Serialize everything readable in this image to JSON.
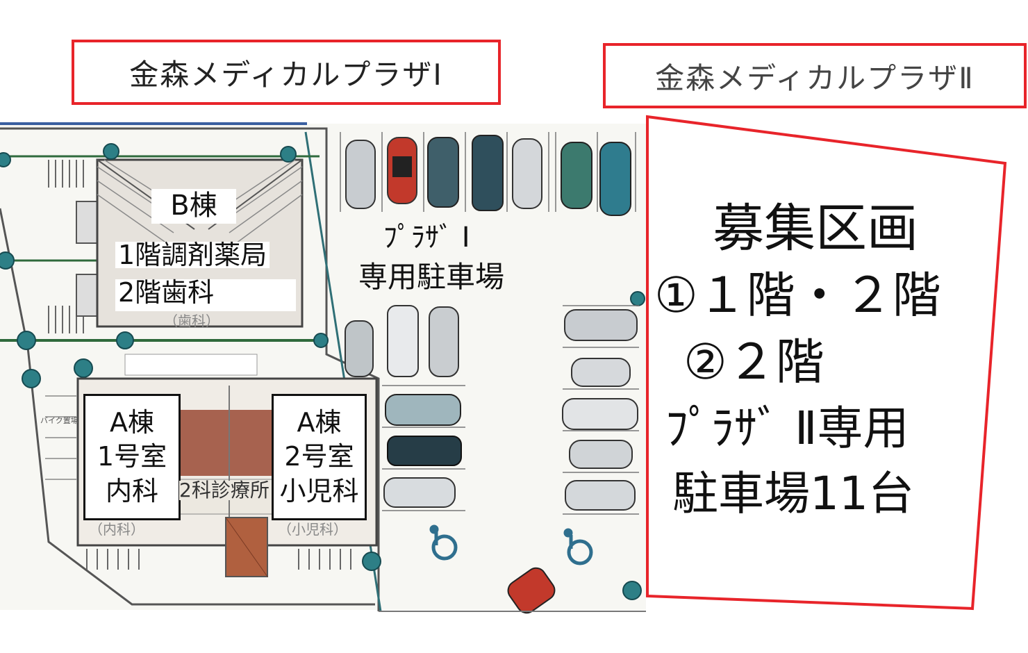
{
  "titles": {
    "plaza1": "金森メディカルプラザⅠ",
    "plaza2": "金森メディカルプラザⅡ"
  },
  "building_b": {
    "name": "B棟",
    "floor1": "1階調剤薬局",
    "floor2": "2階歯科",
    "faint_label": "（歯科）"
  },
  "parking1": {
    "line1": "ﾌﾟﾗｻﾞ Ⅰ",
    "line2": "専用駐車場"
  },
  "room1": {
    "line1": "A棟",
    "line2": "1号室",
    "line3": "内科",
    "faint_label": "（内科）"
  },
  "room2": {
    "line1": "A棟",
    "line2": "2号室",
    "line3": "小児科",
    "faint_label": "（小児科）"
  },
  "clinic_label": "2科診療所",
  "bike_label": "バイク置場",
  "recruit": {
    "line1": "募集区画",
    "line2": "①１階・２階",
    "line3": "②２階",
    "line4": "ﾌﾟﾗｻﾞ Ⅱ専用",
    "line5": "駐車場11台"
  },
  "icons": [
    "wheelchair-icon",
    "wheelchair-icon",
    "tree-icon",
    "car-icon"
  ],
  "colors": {
    "highlight_red": "#e8242a",
    "accent_blue": "#3a5fa0",
    "roof": "#9a4a34",
    "tree": "#2d7f86"
  }
}
